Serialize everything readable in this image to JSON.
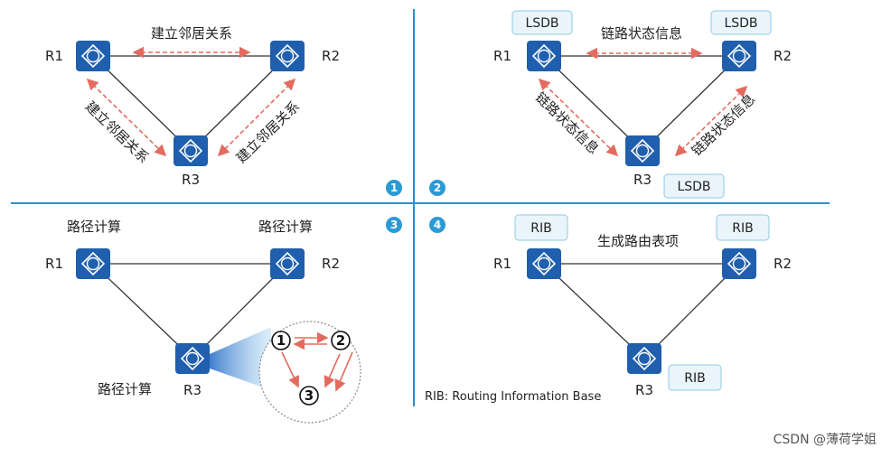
{
  "panels": [
    {
      "step": "1",
      "center_label": "建立邻居关系",
      "left_label": "建立邻居关系",
      "right_label": "建立邻居关系"
    },
    {
      "step": "2",
      "center_label": "链路状态信息",
      "left_label": "链路状态信息",
      "right_label": "链路状态信息",
      "box": "LSDB"
    },
    {
      "step": "3",
      "label_r1": "路径计算",
      "label_r2": "路径计算",
      "label_r3": "路径计算",
      "spf_steps": [
        "1",
        "2",
        "3"
      ]
    },
    {
      "step": "4",
      "center_label": "生成路由表项",
      "box": "RIB",
      "note": "RIB: Routing Information Base"
    }
  ],
  "routers": {
    "r1": "R1",
    "r2": "R2",
    "r3": "R3",
    "icon": "R"
  },
  "colors": {
    "router": "#1f5fae",
    "arrow": "#e46b5f",
    "divider": "#2b8fc8",
    "badge": "#2b9bd6",
    "box_fill": "#e9f5fb",
    "box_stroke": "#8fc8e6"
  },
  "watermark": "CSDN @薄荷学姐"
}
